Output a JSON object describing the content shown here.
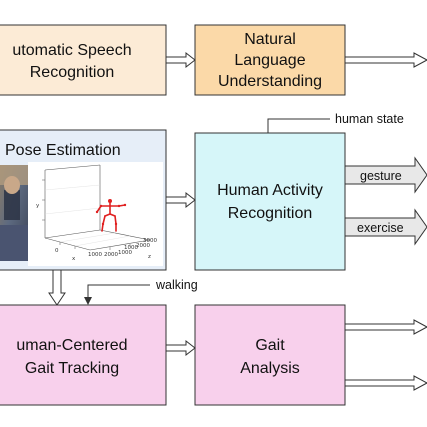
{
  "nodes": {
    "asr": {
      "line1": "utomatic Speech",
      "line2": "Recognition"
    },
    "nlu": {
      "line1": "Natural",
      "line2": "Language",
      "line3": "Understanding"
    },
    "pose": {
      "title": "Pose Estimation"
    },
    "har": {
      "line1": "Human Activity",
      "line2": "Recognition"
    },
    "hgt": {
      "line1": "uman-Centered",
      "line2": "Gait Tracking"
    },
    "gait": {
      "line1": "Gait",
      "line2": "Analysis"
    }
  },
  "labels": {
    "human_state": "human state",
    "gesture": "gesture",
    "exercise": "exercise",
    "walking": "walking"
  },
  "plot": {
    "y_axis": "y",
    "x_axis": "x",
    "z_axis": "z",
    "ticks": [
      "0",
      "1000",
      "2000",
      "1000",
      "1000",
      "2000",
      "3000"
    ]
  },
  "colors": {
    "asr_fill": "#fcebd6",
    "nlu_fill": "#fbd9a8",
    "pose_fill": "#e6eef8",
    "har_fill": "#d6f6f9",
    "gait_fill": "#f8d0ec",
    "skeleton": "#e02020"
  }
}
